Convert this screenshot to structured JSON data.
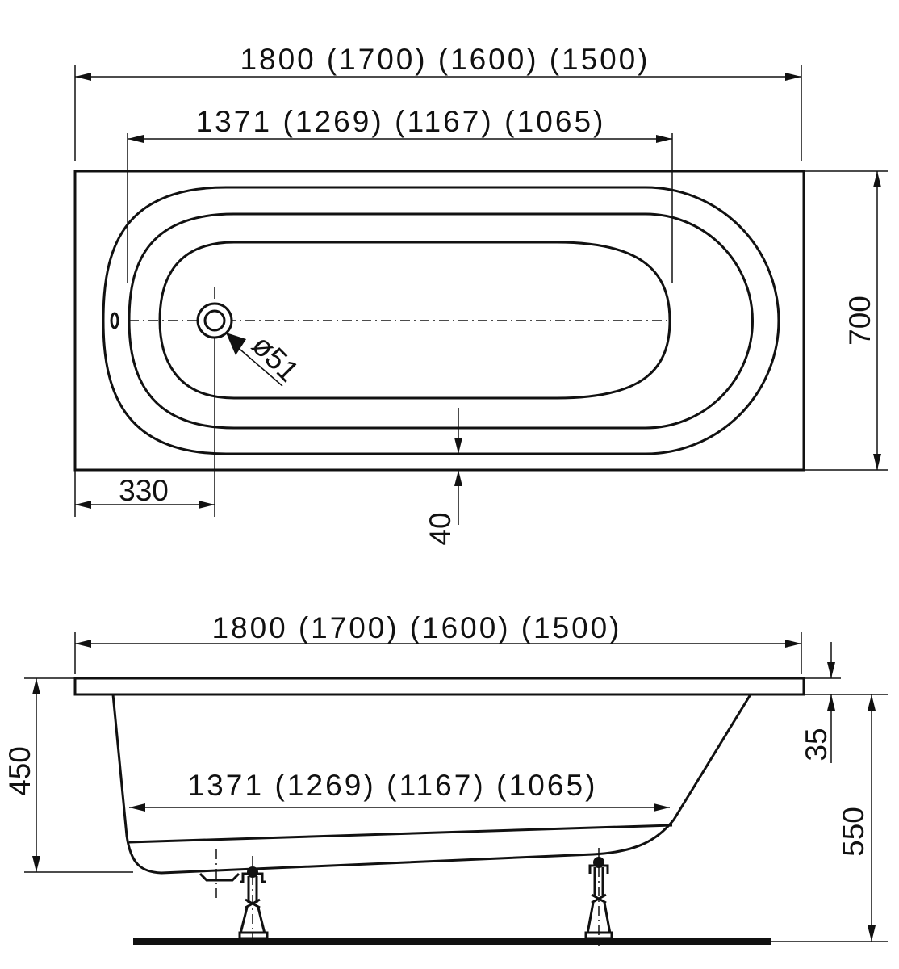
{
  "top_view": {
    "overall_length": "1800 (1700) (1600) (1500)",
    "inner_length": "1371 (1269) (1167) (1065)",
    "width": "700",
    "drain_offset": "330",
    "rim_width": "40",
    "drain_diameter": "ø51"
  },
  "side_view": {
    "overall_length": "1800 (1700) (1600) (1500)",
    "inner_length": "1371 (1269) (1167) (1065)",
    "depth": "450",
    "rim_thickness": "35",
    "total_height": "550"
  }
}
